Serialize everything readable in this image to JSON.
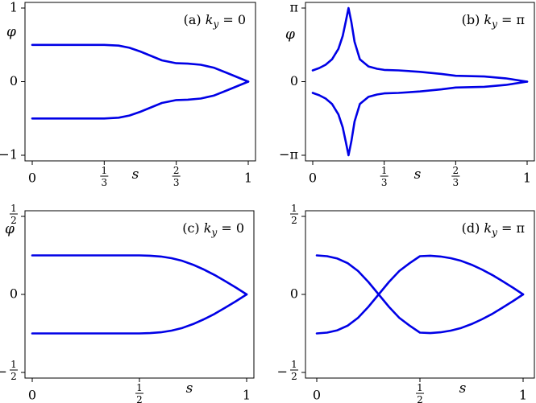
{
  "chart_data": [
    {
      "type": "line",
      "title": "(a) k_y = 0",
      "panel": "(a)",
      "k_label": "k_y = 0",
      "xlabel": "s",
      "ylabel": "φ",
      "xlim": [
        0,
        1
      ],
      "ylim": [
        -1,
        1
      ],
      "xticks": [
        {
          "v": 0,
          "t": "0"
        },
        {
          "v": 0.3333,
          "t": "1/3"
        },
        {
          "v": 0.6667,
          "t": "2/3"
        },
        {
          "v": 1,
          "t": "1"
        }
      ],
      "yticks": [
        {
          "v": 1,
          "t": "1"
        },
        {
          "v": 0,
          "t": "0"
        },
        {
          "v": -1,
          "t": "−1"
        }
      ],
      "series": [
        {
          "x": [
            0,
            0.05,
            0.1,
            0.15,
            0.2,
            0.25,
            0.3333,
            0.4,
            0.45,
            0.5,
            0.55,
            0.6,
            0.6667,
            0.72,
            0.78,
            0.84,
            0.9,
            0.95,
            1
          ],
          "y": [
            0.5,
            0.5,
            0.5,
            0.5,
            0.5,
            0.5,
            0.5,
            0.49,
            0.46,
            0.41,
            0.35,
            0.29,
            0.25,
            0.245,
            0.23,
            0.19,
            0.12,
            0.06,
            0
          ]
        },
        {
          "x": [
            0,
            0.05,
            0.1,
            0.15,
            0.2,
            0.25,
            0.3333,
            0.4,
            0.45,
            0.5,
            0.55,
            0.6,
            0.6667,
            0.72,
            0.78,
            0.84,
            0.9,
            0.95,
            1
          ],
          "y": [
            -0.5,
            -0.5,
            -0.5,
            -0.5,
            -0.5,
            -0.5,
            -0.5,
            -0.49,
            -0.46,
            -0.41,
            -0.35,
            -0.29,
            -0.25,
            -0.245,
            -0.23,
            -0.19,
            -0.12,
            -0.06,
            0
          ]
        }
      ]
    },
    {
      "type": "line",
      "title": "(b) k_y = π",
      "panel": "(b)",
      "k_label": "k_y = π",
      "xlabel": "s",
      "ylabel": "φ",
      "xlim": [
        0,
        1
      ],
      "ylim": [
        -3.1416,
        3.1416
      ],
      "xticks": [
        {
          "v": 0,
          "t": "0"
        },
        {
          "v": 0.3333,
          "t": "1/3"
        },
        {
          "v": 0.6667,
          "t": "2/3"
        },
        {
          "v": 1,
          "t": "1"
        }
      ],
      "yticks": [
        {
          "v": 3.1416,
          "t": "π"
        },
        {
          "v": 0,
          "t": "0"
        },
        {
          "v": -3.1416,
          "t": "−π"
        }
      ],
      "series": [
        {
          "x": [
            0,
            0.03,
            0.06,
            0.09,
            0.12,
            0.14,
            0.155,
            0.167,
            0.18,
            0.195,
            0.22,
            0.26,
            0.3,
            0.3333,
            0.4,
            0.5,
            0.6,
            0.6667,
            0.8,
            0.9,
            1
          ],
          "y": [
            0.48,
            0.58,
            0.72,
            0.95,
            1.4,
            1.95,
            2.6,
            3.14,
            2.55,
            1.7,
            0.95,
            0.65,
            0.55,
            0.5,
            0.48,
            0.42,
            0.33,
            0.25,
            0.22,
            0.14,
            0
          ]
        },
        {
          "x": [
            0,
            0.03,
            0.06,
            0.09,
            0.12,
            0.14,
            0.155,
            0.167,
            0.18,
            0.195,
            0.22,
            0.26,
            0.3,
            0.3333,
            0.4,
            0.5,
            0.6,
            0.6667,
            0.8,
            0.9,
            1
          ],
          "y": [
            -0.48,
            -0.58,
            -0.72,
            -0.95,
            -1.4,
            -1.95,
            -2.6,
            -3.14,
            -2.55,
            -1.7,
            -0.95,
            -0.65,
            -0.55,
            -0.5,
            -0.48,
            -0.42,
            -0.33,
            -0.25,
            -0.22,
            -0.14,
            0
          ]
        }
      ]
    },
    {
      "type": "line",
      "title": "(c) k_y = 0",
      "panel": "(c)",
      "k_label": "k_y = 0",
      "xlabel": "s",
      "ylabel": "φ",
      "xlim": [
        0,
        1
      ],
      "ylim": [
        -0.5,
        0.5
      ],
      "xticks": [
        {
          "v": 0,
          "t": "0"
        },
        {
          "v": 0.5,
          "t": "1/2"
        },
        {
          "v": 1,
          "t": "1"
        }
      ],
      "yticks": [
        {
          "v": 0.5,
          "t": "1/2"
        },
        {
          "v": 0,
          "t": "0"
        },
        {
          "v": -0.5,
          "t": "−1/2"
        }
      ],
      "series": [
        {
          "x": [
            0,
            0.1,
            0.2,
            0.3,
            0.4,
            0.5,
            0.55,
            0.6,
            0.65,
            0.7,
            0.75,
            0.8,
            0.85,
            0.9,
            0.95,
            1
          ],
          "y": [
            0.25,
            0.25,
            0.25,
            0.25,
            0.25,
            0.25,
            0.248,
            0.243,
            0.232,
            0.215,
            0.19,
            0.16,
            0.125,
            0.085,
            0.044,
            0
          ]
        },
        {
          "x": [
            0,
            0.1,
            0.2,
            0.3,
            0.4,
            0.5,
            0.55,
            0.6,
            0.65,
            0.7,
            0.75,
            0.8,
            0.85,
            0.9,
            0.95,
            1
          ],
          "y": [
            -0.25,
            -0.25,
            -0.25,
            -0.25,
            -0.25,
            -0.25,
            -0.248,
            -0.243,
            -0.232,
            -0.215,
            -0.19,
            -0.16,
            -0.125,
            -0.085,
            -0.044,
            0
          ]
        }
      ]
    },
    {
      "type": "line",
      "title": "(d) k_y = π",
      "panel": "(d)",
      "k_label": "k_y = π",
      "xlabel": "s",
      "ylabel": "",
      "xlim": [
        0,
        1
      ],
      "ylim": [
        -0.5,
        0.5
      ],
      "xticks": [
        {
          "v": 0,
          "t": "0"
        },
        {
          "v": 0.5,
          "t": "1/2"
        },
        {
          "v": 1,
          "t": "1"
        }
      ],
      "yticks": [
        {
          "v": 0.5,
          "t": "1/2"
        },
        {
          "v": 0,
          "t": "0"
        },
        {
          "v": -0.5,
          "t": "−1/2"
        }
      ],
      "series": [
        {
          "x": [
            0,
            0.05,
            0.1,
            0.15,
            0.2,
            0.25,
            0.3,
            0.35,
            0.4,
            0.45,
            0.5,
            0.55,
            0.6,
            0.65,
            0.7,
            0.75,
            0.8,
            0.85,
            0.9,
            0.95,
            1
          ],
          "y": [
            0.25,
            0.245,
            0.23,
            0.2,
            0.15,
            0.08,
            0,
            -0.08,
            -0.15,
            -0.2,
            -0.245,
            -0.248,
            -0.243,
            -0.232,
            -0.215,
            -0.19,
            -0.16,
            -0.125,
            -0.085,
            -0.044,
            0
          ]
        },
        {
          "x": [
            0,
            0.05,
            0.1,
            0.15,
            0.2,
            0.25,
            0.3,
            0.35,
            0.4,
            0.45,
            0.5,
            0.55,
            0.6,
            0.65,
            0.7,
            0.75,
            0.8,
            0.85,
            0.9,
            0.95,
            1
          ],
          "y": [
            -0.25,
            -0.245,
            -0.23,
            -0.2,
            -0.15,
            -0.08,
            0,
            0.08,
            0.15,
            0.2,
            0.245,
            0.248,
            0.243,
            0.232,
            0.215,
            0.19,
            0.16,
            0.125,
            0.085,
            0.044,
            0
          ]
        }
      ]
    }
  ]
}
